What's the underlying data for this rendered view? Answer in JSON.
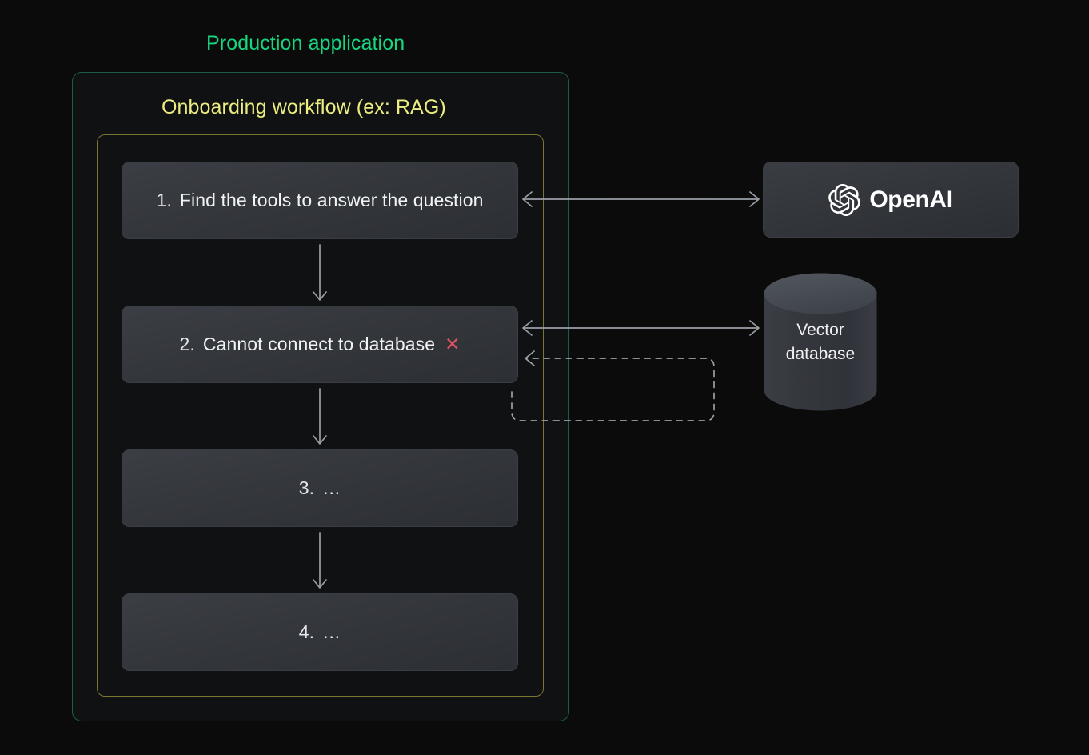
{
  "diagram": {
    "production": {
      "title": "Production application",
      "border_color": "#1c5e43",
      "title_color": "#17d67f"
    },
    "workflow": {
      "title": "Onboarding workflow (ex: RAG)",
      "border_color": "#7a7632",
      "title_color": "#eded80"
    },
    "steps": [
      {
        "num": "1.",
        "text": "Find the tools to answer the question",
        "status": ""
      },
      {
        "num": "2.",
        "text": "Cannot connect to database",
        "status": "✕",
        "status_color": "#e0525f"
      },
      {
        "num": "3.",
        "text": "…",
        "status": ""
      },
      {
        "num": "4.",
        "text": "…",
        "status": ""
      }
    ],
    "external": {
      "openai": {
        "icon": "openai-blossom-icon",
        "wordmark": "OpenAI"
      },
      "database": {
        "label_line1": "Vector",
        "label_line2": "database",
        "top_color": "#4a4e55",
        "body_color": "#33363c"
      }
    },
    "connectors": {
      "step1_to_openai": {
        "kind": "solid",
        "heads": "both"
      },
      "step2_to_database": {
        "kind": "solid",
        "heads": "both"
      },
      "retry_loop": {
        "kind": "dashed",
        "heads": "left"
      },
      "step_flow": {
        "kind": "solid",
        "heads": "down"
      },
      "stroke_color": "#9a9ea6",
      "dash_color": "#9ca0a8"
    }
  }
}
